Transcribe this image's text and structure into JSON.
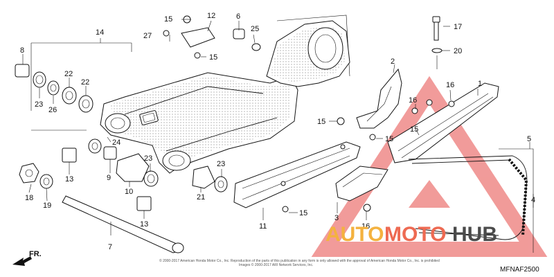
{
  "diagram": {
    "code": "MFNAF2500",
    "front_label": "FR.",
    "copyright_line1": "© 2000-2017 American Honda Motor Co., Inc. Reproduction of the parts of this publication in any form is only allowed with the approval of American Honda Motor Co., Inc. is prohibited",
    "copyright_line2": "Images © 2000-2017 ARI Network Services, Inc.",
    "callouts": [
      {
        "id": "c1",
        "label": "1"
      },
      {
        "id": "c2",
        "label": "2"
      },
      {
        "id": "c3",
        "label": "3"
      },
      {
        "id": "c4",
        "label": "4"
      },
      {
        "id": "c5",
        "label": "5"
      },
      {
        "id": "c6",
        "label": "6"
      },
      {
        "id": "c7",
        "label": "7"
      },
      {
        "id": "c8",
        "label": "8"
      },
      {
        "id": "c9",
        "label": "9"
      },
      {
        "id": "c10",
        "label": "10"
      },
      {
        "id": "c11",
        "label": "11"
      },
      {
        "id": "c12",
        "label": "12"
      },
      {
        "id": "c13a",
        "label": "13"
      },
      {
        "id": "c13b",
        "label": "13"
      },
      {
        "id": "c14",
        "label": "14"
      },
      {
        "id": "c15a",
        "label": "15"
      },
      {
        "id": "c15b",
        "label": "15"
      },
      {
        "id": "c15c",
        "label": "15"
      },
      {
        "id": "c15d",
        "label": "15"
      },
      {
        "id": "c15e",
        "label": "15"
      },
      {
        "id": "c15f",
        "label": "15"
      },
      {
        "id": "c16a",
        "label": "16"
      },
      {
        "id": "c16b",
        "label": "16"
      },
      {
        "id": "c16c",
        "label": "16"
      },
      {
        "id": "c17",
        "label": "17"
      },
      {
        "id": "c18",
        "label": "18"
      },
      {
        "id": "c19",
        "label": "19"
      },
      {
        "id": "c20",
        "label": "20"
      },
      {
        "id": "c21",
        "label": "21"
      },
      {
        "id": "c22a",
        "label": "22"
      },
      {
        "id": "c22b",
        "label": "22"
      },
      {
        "id": "c23a",
        "label": "23"
      },
      {
        "id": "c23b",
        "label": "23"
      },
      {
        "id": "c23c",
        "label": "23"
      },
      {
        "id": "c24",
        "label": "24"
      },
      {
        "id": "c25",
        "label": "25"
      },
      {
        "id": "c26",
        "label": "26"
      },
      {
        "id": "c27",
        "label": "27"
      }
    ]
  },
  "watermark": {
    "part1": "AUTO",
    "part2": "MOTO",
    "part3": "HUB",
    "color_auto": "#f4b23f",
    "color_moto": "#ee6a52",
    "color_hub": "#4a4a4a"
  }
}
